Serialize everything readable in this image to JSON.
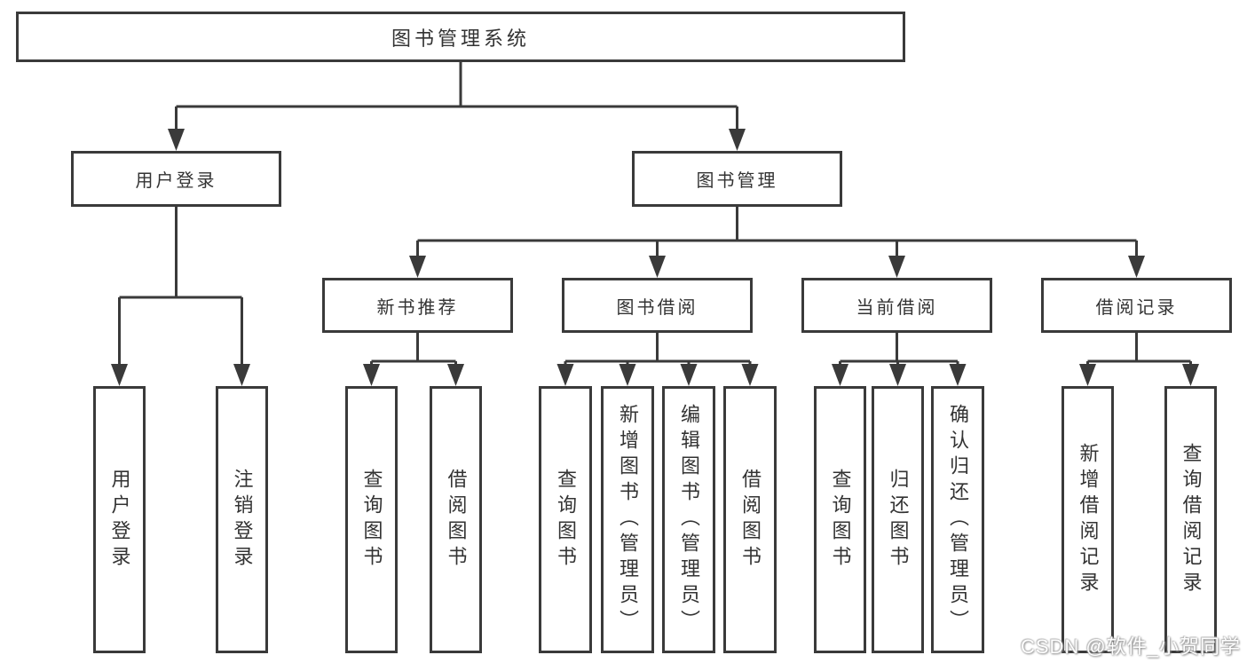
{
  "nodes": {
    "root": "图书管理系统",
    "user_login": "用户登录",
    "book_mgmt": "图书管理",
    "new_book_rec": "新书推荐",
    "book_borrow": "图书借阅",
    "current_borrow": "当前借阅",
    "borrow_records": "借阅记录"
  },
  "leaves": {
    "user_login": [
      "用户登录",
      "注销登录"
    ],
    "new_book_rec": [
      "查询图书",
      "借阅图书"
    ],
    "book_borrow": [
      "查询图书",
      "新增图书（管理员）",
      "编辑图书（管理员）",
      "借阅图书"
    ],
    "current_borrow": [
      "查询图书",
      "归还图书",
      "确认归还（管理员）"
    ],
    "borrow_records": [
      "新增借阅记录",
      "查询借阅记录"
    ]
  },
  "colors": {
    "line": "#3a3a3a",
    "text": "#333333",
    "background": "#ffffff",
    "watermark": "#fdfdfd"
  },
  "watermark": "CSDN @软件_小贺同学"
}
